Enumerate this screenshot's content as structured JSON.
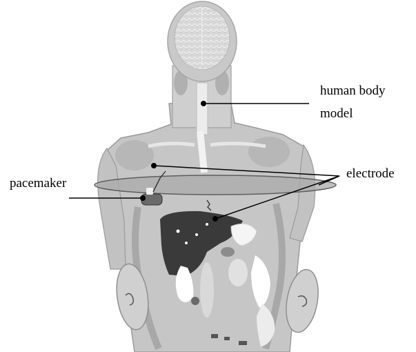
{
  "labels": {
    "human_body_model_line1": "human body",
    "human_body_model_line2": "model",
    "electrode": "electrode",
    "pacemaker": "pacemaker"
  },
  "colors": {
    "background": "#ffffff",
    "tissue_base": "#c4c4c4",
    "tissue_dark": "#9a9a9a",
    "organ_dark": "#3a3a3a",
    "bone_light": "#f0f0f0",
    "leader_line": "#000000"
  }
}
